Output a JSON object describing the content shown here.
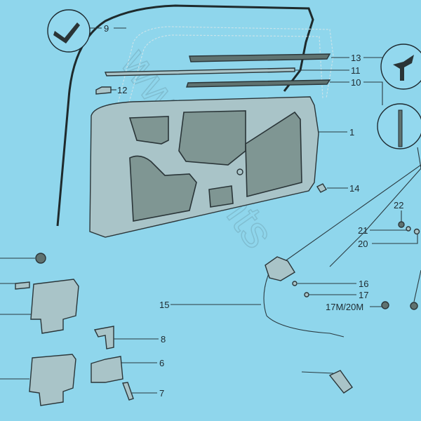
{
  "diagram": {
    "watermark": "www.20mts",
    "callouts": [
      "1",
      "6",
      "7",
      "8",
      "9",
      "10",
      "11",
      "12",
      "13",
      "14",
      "15",
      "16",
      "17",
      "17M/20M",
      "20",
      "21",
      "22"
    ]
  }
}
